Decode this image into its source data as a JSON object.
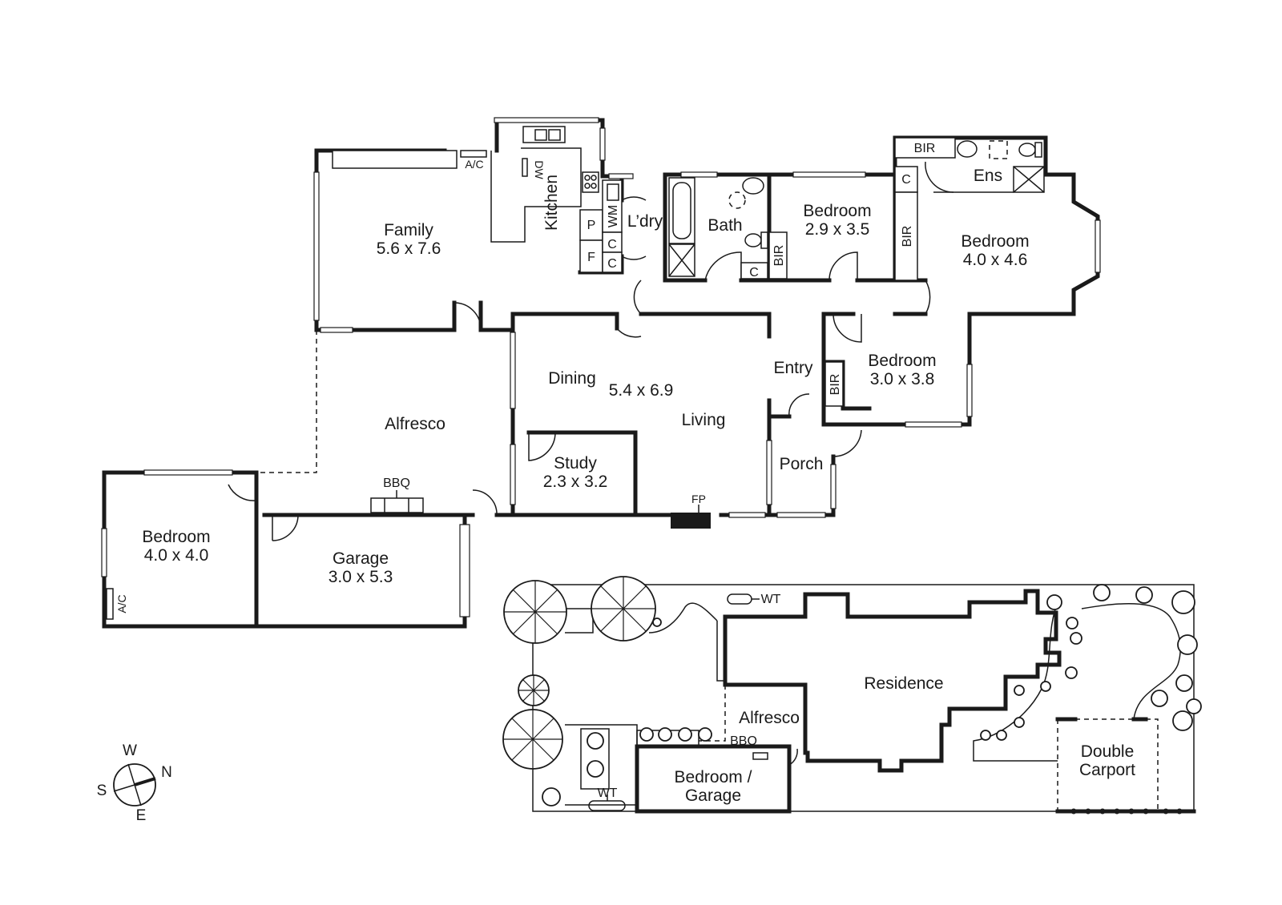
{
  "rooms": [
    {
      "id": "family",
      "name": "Family",
      "dims": "5.6 x 7.6"
    },
    {
      "id": "kitchen",
      "name": "Kitchen"
    },
    {
      "id": "laundry",
      "name": "L’dry"
    },
    {
      "id": "bath",
      "name": "Bath"
    },
    {
      "id": "bedroom2",
      "name": "Bedroom",
      "dims": "2.9 x 3.5"
    },
    {
      "id": "ensuite",
      "name": "Ens"
    },
    {
      "id": "master",
      "name": "Bedroom",
      "dims": "4.0 x 4.6"
    },
    {
      "id": "dining",
      "name": "Dining"
    },
    {
      "id": "living-dims",
      "dims": "5.4 x 6.9"
    },
    {
      "id": "living",
      "name": "Living"
    },
    {
      "id": "entry",
      "name": "Entry"
    },
    {
      "id": "bedroom3",
      "name": "Bedroom",
      "dims": "3.0 x 3.8"
    },
    {
      "id": "alfresco",
      "name": "Alfresco"
    },
    {
      "id": "study",
      "name": "Study",
      "dims": "2.3 x 3.2"
    },
    {
      "id": "porch",
      "name": "Porch"
    },
    {
      "id": "bedroom4",
      "name": "Bedroom",
      "dims": "4.0 x 4.0"
    },
    {
      "id": "garage",
      "name": "Garage",
      "dims": "3.0 x 5.3"
    }
  ],
  "fixtures": {
    "ac_family": "A/C",
    "ac_bedroom": "A/C",
    "dishwasher": "DW",
    "pantry": "P",
    "fridge": "F",
    "washing_machine": "WM",
    "cupboard": "C",
    "bir": "BIR",
    "bbq": "BBQ",
    "fireplace": "FP"
  },
  "site": {
    "residence": "Residence",
    "alfresco": "Alfresco",
    "bbq": "BBQ",
    "water_tank": "WT",
    "bedroom_garage_line1": "Bedroom /",
    "bedroom_garage_line2": "Garage",
    "carport_line1": "Double",
    "carport_line2": "Carport"
  },
  "compass": {
    "w": "W",
    "n": "N",
    "s": "S",
    "e": "E"
  }
}
